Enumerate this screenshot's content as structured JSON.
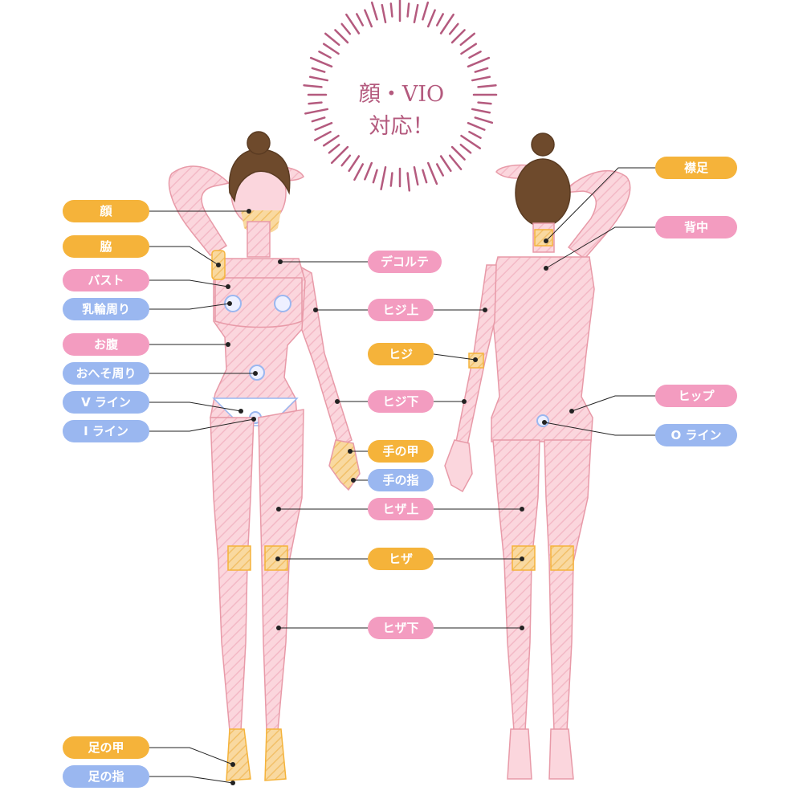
{
  "badge": {
    "line1": "顔・VIO",
    "line2": "対応！"
  },
  "colors": {
    "orange": "#f5b33a",
    "pink": "#f39cc0",
    "blue": "#9ab7f0",
    "skin": "#fbd6dd",
    "outline": "#e89aa8",
    "hair": "#6e4a2c",
    "badge": "#b45a7e"
  },
  "labels": {
    "kao": "顔",
    "waki": "脇",
    "bust": "バスト",
    "nyurin": "乳輪周り",
    "onaka": "お腹",
    "oheso": "おへそ周り",
    "vline": "V ライン",
    "iline": "I ライン",
    "ashi_kou": "足の甲",
    "ashi_yubi": "足の指",
    "decollete": "デコルテ",
    "hiji_ue": "ヒジ上",
    "hiji": "ヒジ",
    "hiji_shita": "ヒジ下",
    "te_kou": "手の甲",
    "te_yubi": "手の指",
    "hiza_ue": "ヒザ上",
    "hiza": "ヒザ",
    "hiza_shita": "ヒザ下",
    "eriashi": "襟足",
    "senaka": "背中",
    "hip": "ヒップ",
    "oline": "O ライン"
  }
}
